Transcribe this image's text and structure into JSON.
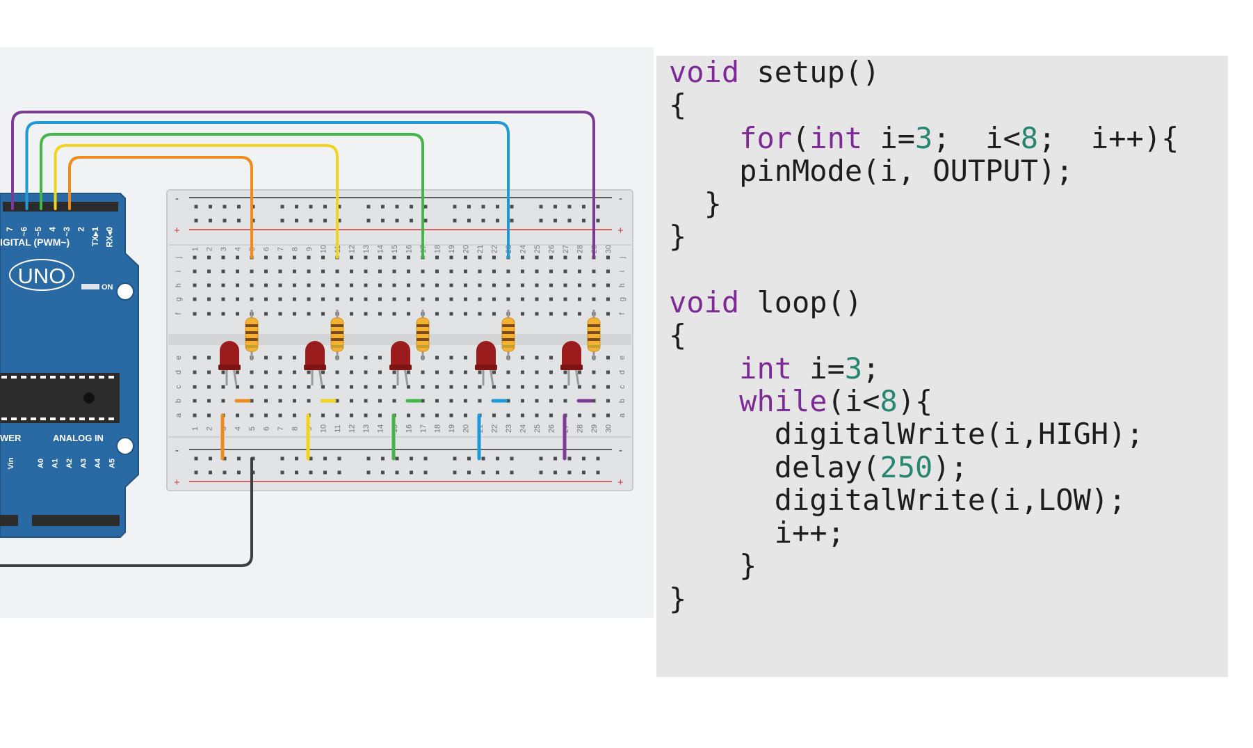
{
  "arduino": {
    "digital_header": "IGITAL (PWM~)",
    "pin_labels": [
      "7",
      "~6",
      "~5",
      "4",
      "~3",
      "2",
      "TX▸1",
      "RX◂0"
    ],
    "board_name": "UNO",
    "on_label": "ON",
    "power_label": "WER",
    "analog_label": "ANALOG IN",
    "vin_label": "Vin",
    "analog_pins": [
      "A0",
      "A1",
      "A2",
      "A3",
      "A4",
      "A5"
    ]
  },
  "breadboard": {
    "row_letters_top": [
      "j",
      "i",
      "h",
      "g",
      "f"
    ],
    "row_letters_bottom": [
      "e",
      "d",
      "c",
      "b",
      "a"
    ],
    "column_count": 30,
    "rail_minus": "-",
    "rail_plus": "+"
  },
  "wires": [
    {
      "name": "pin-7",
      "color": "#7b3a94"
    },
    {
      "name": "pin-6",
      "color": "#1f9ad6"
    },
    {
      "name": "pin-5",
      "color": "#44b549"
    },
    {
      "name": "pin-4",
      "color": "#f2d320"
    },
    {
      "name": "pin-3",
      "color": "#ef8a1c"
    },
    {
      "name": "ground",
      "color": "#3d3d3d"
    }
  ],
  "colors": {
    "board": "#2a6aa4",
    "led": "#9b1c1c",
    "keyword": "#7d2a96",
    "number": "#27866f"
  },
  "code": [
    [
      {
        "t": "void",
        "c": "kw"
      },
      {
        "t": " setup()"
      }
    ],
    [
      {
        "t": "{"
      }
    ],
    [
      {
        "t": "    "
      },
      {
        "t": "for",
        "c": "kw"
      },
      {
        "t": "("
      },
      {
        "t": "int",
        "c": "kw"
      },
      {
        "t": " i="
      },
      {
        "t": "3",
        "c": "num"
      },
      {
        "t": ";  i<"
      },
      {
        "t": "8",
        "c": "num"
      },
      {
        "t": ";  i++){"
      }
    ],
    [
      {
        "t": "    pinMode(i, OUTPUT);"
      }
    ],
    [
      {
        "t": "  }"
      }
    ],
    [
      {
        "t": "}"
      }
    ],
    [
      {
        "t": ""
      }
    ],
    [
      {
        "t": "void",
        "c": "kw"
      },
      {
        "t": " loop()"
      }
    ],
    [
      {
        "t": "{"
      }
    ],
    [
      {
        "t": "    "
      },
      {
        "t": "int",
        "c": "kw"
      },
      {
        "t": " i="
      },
      {
        "t": "3",
        "c": "num"
      },
      {
        "t": ";"
      }
    ],
    [
      {
        "t": "    "
      },
      {
        "t": "while",
        "c": "kw"
      },
      {
        "t": "(i<"
      },
      {
        "t": "8",
        "c": "num"
      },
      {
        "t": "){"
      }
    ],
    [
      {
        "t": "      digitalWrite(i,HIGH);"
      }
    ],
    [
      {
        "t": "      delay("
      },
      {
        "t": "250",
        "c": "num"
      },
      {
        "t": ");"
      }
    ],
    [
      {
        "t": "      digitalWrite(i,LOW);"
      }
    ],
    [
      {
        "t": "      i++;"
      }
    ],
    [
      {
        "t": "    }"
      }
    ],
    [
      {
        "t": "}"
      }
    ]
  ]
}
